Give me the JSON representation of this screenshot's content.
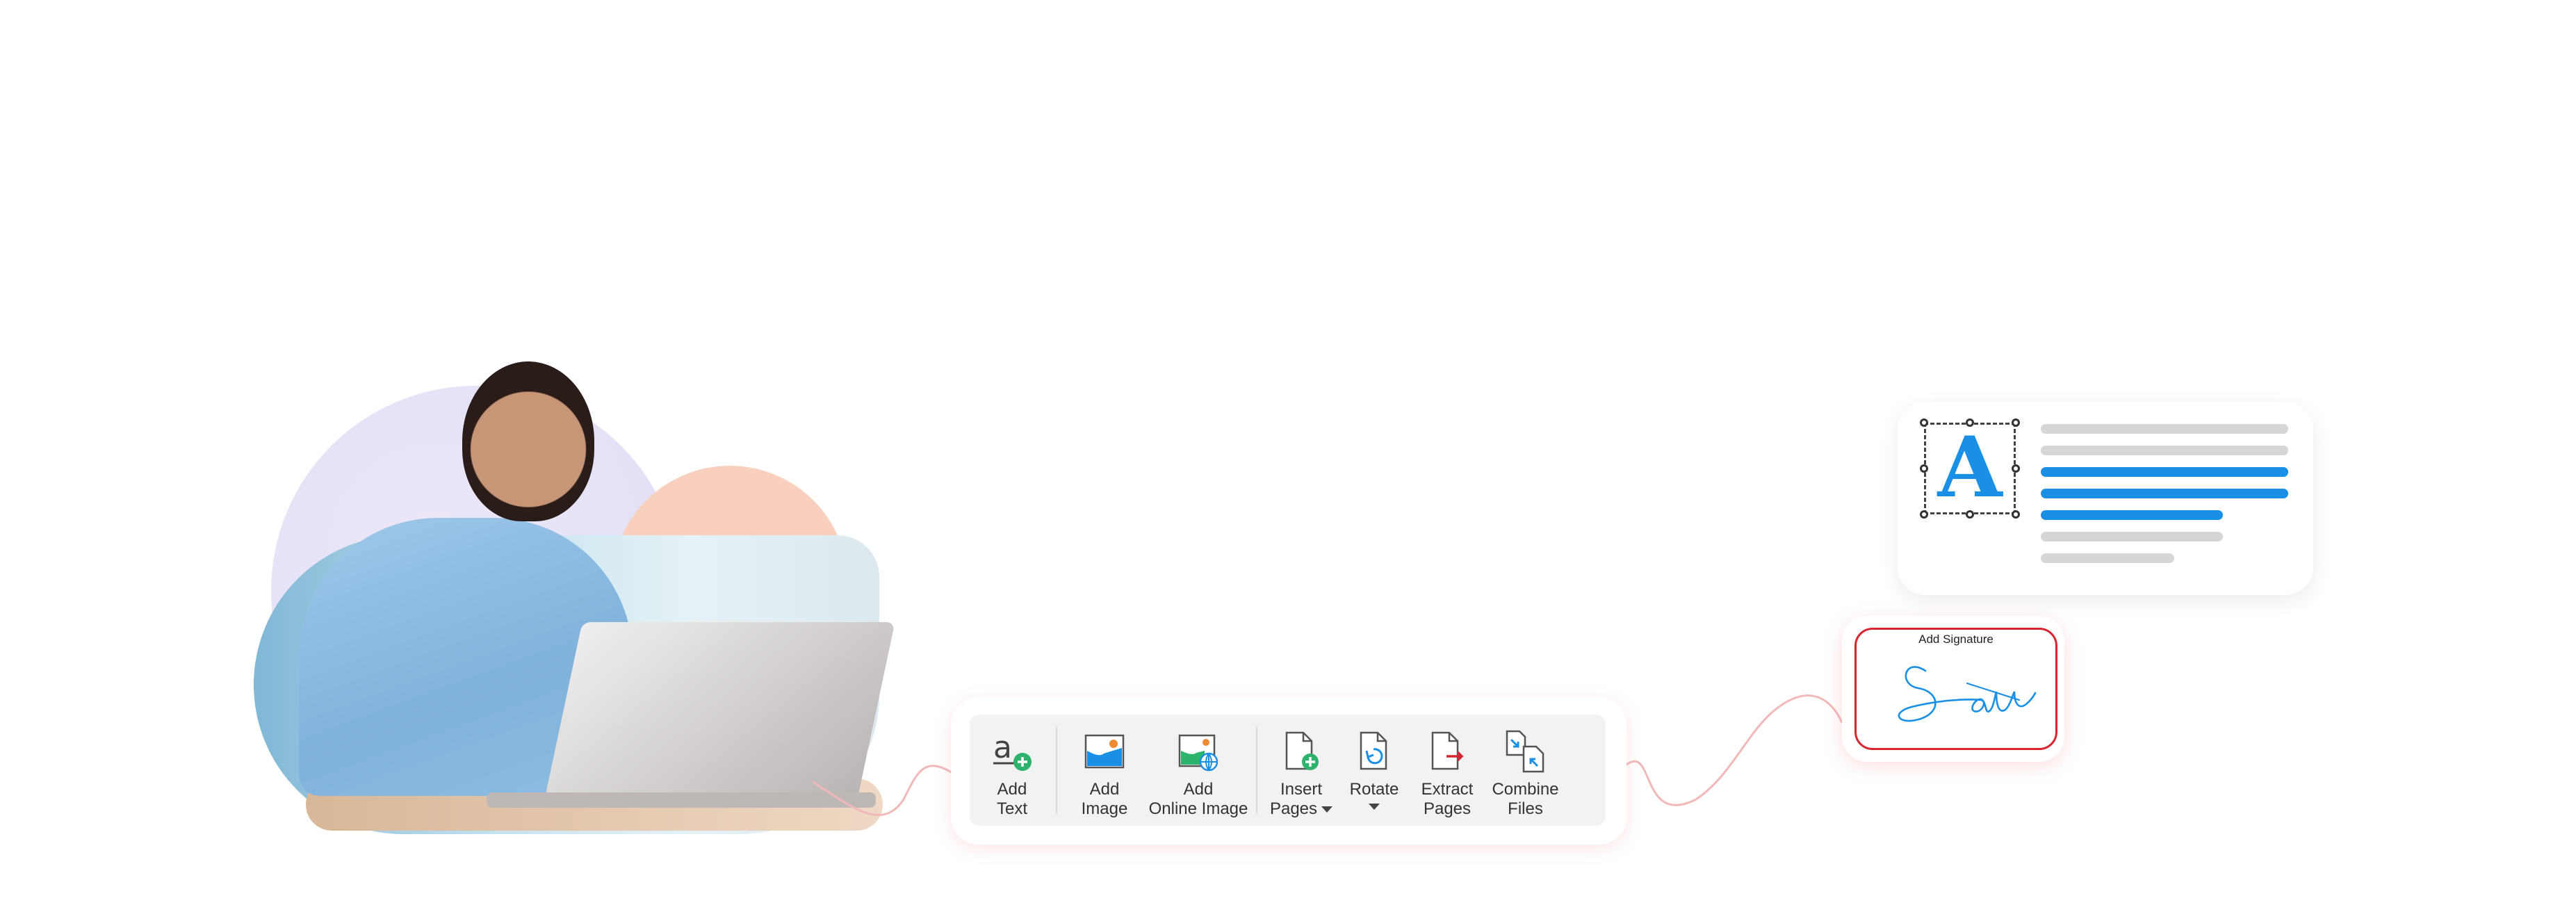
{
  "toolbar": {
    "add_text": {
      "line1": "Add",
      "line2": "Text"
    },
    "add_image": {
      "line1": "Add",
      "line2": "Image"
    },
    "add_online_image": {
      "line1": "Add",
      "line2": "Online Image"
    },
    "insert_pages": {
      "line1": "Insert",
      "line2": "Pages"
    },
    "rotate": {
      "line1": "Rotate"
    },
    "extract_pages": {
      "line1": "Extract",
      "line2": "Pages"
    },
    "combine_files": {
      "line1": "Combine",
      "line2": "Files"
    }
  },
  "text_card": {
    "glyph": "A"
  },
  "signature_card": {
    "title": "Add Signature"
  },
  "colors": {
    "accent_blue": "#1a8fe6",
    "accent_green": "#2db36b",
    "accent_red": "#d7252f",
    "connector_pink": "#f2b8b8"
  },
  "icons": [
    "add-text-icon",
    "add-image-icon",
    "add-online-image-icon",
    "insert-pages-icon",
    "rotate-icon",
    "extract-pages-icon",
    "combine-files-icon"
  ]
}
